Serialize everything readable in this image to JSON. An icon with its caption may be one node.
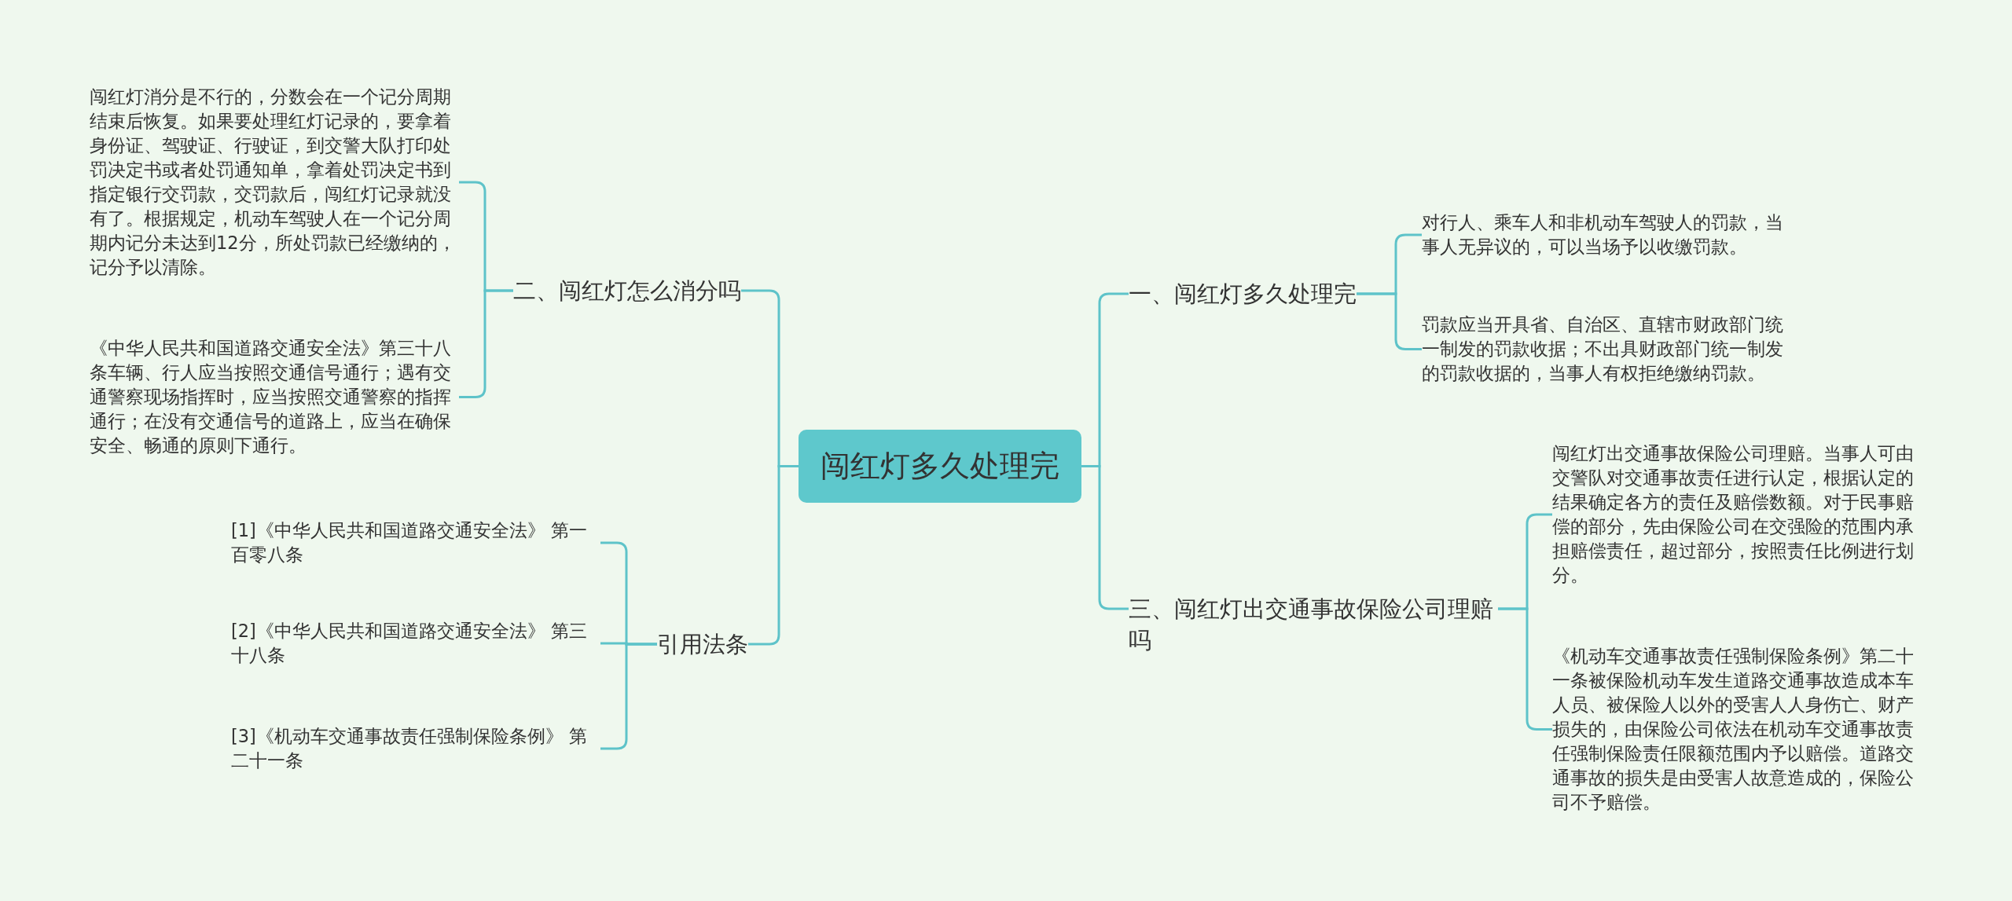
{
  "diagram": {
    "nodes": [
      {
        "text": [
          "闯红灯多久处理完"
        ]
      },
      {
        "text": [
          "二、闯红灯怎么消分吗"
        ]
      },
      {
        "text": [
          "闯红灯消分是不行的，分数会在一个记分周期结束后恢复。如果要处理红灯记录的，要拿着身份证、驾驶证、行驶证，到交警大队打印处罚决定书或者处罚通知单，拿着处罚决定书到指定银行交罚款，交罚款后，闯红灯记录就没有了。根据规定，机动车驾驶人在一个记分周期内记分未达到12分，所处罚款已经缴纳的，记分予以清除。"
        ]
      },
      {
        "text": [
          "《中华人民共和国道路交通安全法》第三十八条车辆、行人应当按照交通信号通行；遇有交通警察现场指挥时，应当按照交通警察的指挥通行；在没有交通信号的道路上，应当在确保安全、畅通的原则下通行。"
        ]
      },
      {
        "text": [
          "引用法条"
        ]
      },
      {
        "text": [
          "[1]《中华人民共和国道路交通安全法》 第一百零八条"
        ]
      },
      {
        "text": [
          "[2]《中华人民共和国道路交通安全法》 第三十八条"
        ]
      },
      {
        "text": [
          "[3]《机动车交通事故责任强制保险条例》 第二十一条"
        ]
      },
      {
        "text": [
          "一、闯红灯多久处理完"
        ]
      },
      {
        "text": [
          "对行人、乘车人和非机动车驾驶人的罚款，当事人无异议的，可以当场予以收缴罚款。"
        ]
      },
      {
        "text": [
          "罚款应当开具省、自治区、直辖市财政部门统一制发的罚款收据；不出具财政部门统一制发的罚款收据的，当事人有权拒绝缴纳罚款。"
        ]
      },
      {
        "text": [
          "三、闯红灯出交通事故保险公司理赔吗"
        ]
      },
      {
        "text": [
          "闯红灯出交通事故保险公司理赔。当事人可由交警队对交通事故责任进行认定，根据认定的结果确定各方的责任及赔偿数额。对于民事赔偿的部分，先由保险公司在交强险的范围内承担赔偿责任，超过部分，按照责任比例进行划分。"
        ]
      },
      {
        "text": [
          "《机动车交通事故责任强制保险条例》第二十一条被保险机动车发生道路交通事故造成本车人员、被保险人以外的受害人人身伤亡、财产损失的，由保险公司依法在机动车交通事故责任强制保险责任限额范围内予以赔偿。道路交通事故的损失是由受害人故意造成的，保险公司不予赔偿。"
        ]
      }
    ],
    "edges": [
      {
        "from": 0,
        "to": 1,
        "arrow": "none"
      },
      {
        "from": 1,
        "to": 2,
        "arrow": "none"
      },
      {
        "from": 1,
        "to": 3,
        "arrow": "none"
      },
      {
        "from": 0,
        "to": 4,
        "arrow": "none"
      },
      {
        "from": 4,
        "to": 5,
        "arrow": "none"
      },
      {
        "from": 4,
        "to": 6,
        "arrow": "none"
      },
      {
        "from": 4,
        "to": 7,
        "arrow": "none"
      },
      {
        "from": 0,
        "to": 8,
        "arrow": "none"
      },
      {
        "from": 8,
        "to": 9,
        "arrow": "none"
      },
      {
        "from": 8,
        "to": 10,
        "arrow": "none"
      },
      {
        "from": 0,
        "to": 11,
        "arrow": "none"
      },
      {
        "from": 11,
        "to": 12,
        "arrow": "none"
      },
      {
        "from": 11,
        "to": 13,
        "arrow": "none"
      }
    ]
  }
}
